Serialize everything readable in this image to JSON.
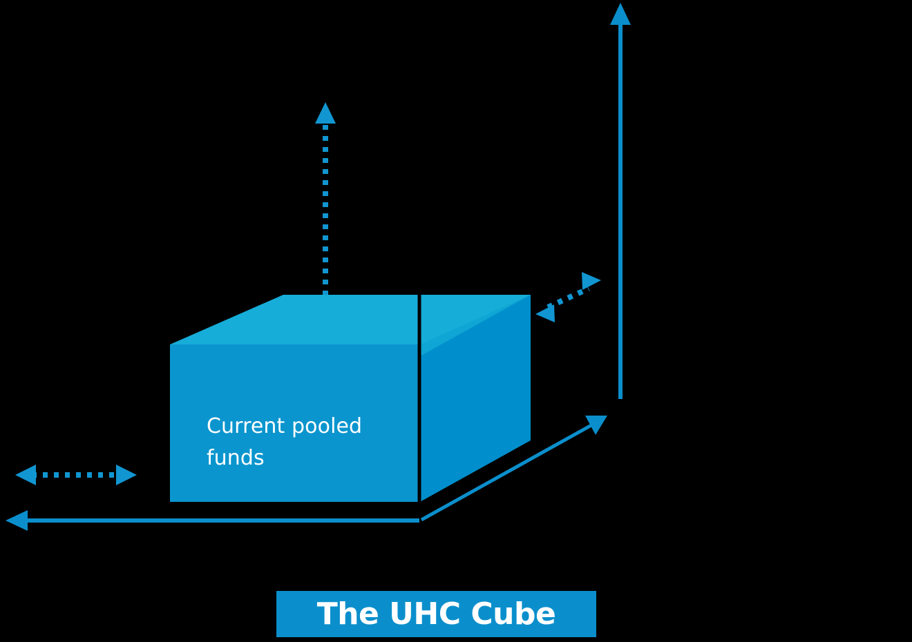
{
  "diagram": {
    "title": "The UHC Cube",
    "background_color": "#000000",
    "cube": {
      "label": "Current pooled\nfunds",
      "label_color": "#ffffff",
      "front_face_color": "#0b95ce",
      "top_face_color": "#16add8",
      "right_face_color": "#008fcc",
      "right_face_upper_color": "#0fa5d4",
      "edge_color": "#000000"
    },
    "banner": {
      "background_color": "#0b8fcc",
      "text_color": "#ffffff"
    },
    "arrows": {
      "accent_color": "#0b8fcc",
      "dotted_color": "#1196d1",
      "items": [
        {
          "name": "vertical-dotted-arrow",
          "style": "dotted",
          "heads": "single",
          "direction": "up"
        },
        {
          "name": "vertical-solid-axis-arrow",
          "style": "solid",
          "heads": "single",
          "direction": "up"
        },
        {
          "name": "horizontal-dotted-arrow",
          "style": "dotted",
          "heads": "double",
          "direction": "horizontal"
        },
        {
          "name": "horizontal-solid-axis-arrow",
          "style": "solid",
          "heads": "single",
          "direction": "left"
        },
        {
          "name": "diagonal-dotted-arrow",
          "style": "dotted",
          "heads": "double",
          "direction": "up-right"
        },
        {
          "name": "diagonal-solid-axis-arrow",
          "style": "solid",
          "heads": "single",
          "direction": "up-right"
        }
      ]
    }
  }
}
